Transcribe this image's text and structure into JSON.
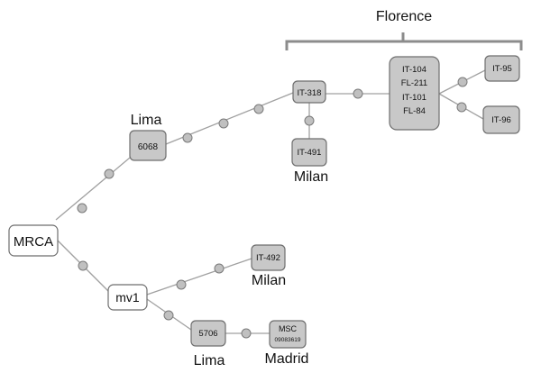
{
  "nodes": {
    "mrca": "MRCA",
    "mv1": "mv1",
    "n6068": "6068",
    "it318": "IT-318",
    "it491": "IT-491",
    "cluster": [
      "IT-104",
      "FL-211",
      "IT-101",
      "FL-84"
    ],
    "it95": "IT-95",
    "it96": "IT-96",
    "it492": "IT-492",
    "n5706": "5706",
    "msc": [
      "MSC",
      "09083619"
    ]
  },
  "locations": {
    "florence": "Florence",
    "lima_top": "Lima",
    "milan_top": "Milan",
    "milan_bottom": "Milan",
    "lima_bottom": "Lima",
    "madrid": "Madrid"
  },
  "colors": {
    "node_fill": "#c8c8c8",
    "root_fill": "#ffffff",
    "node_stroke": "#6e6e6e",
    "edge": "#a0a0a0",
    "dot_fill": "#c0c0c0",
    "bracket": "#8c8c8c",
    "text": "#111111"
  }
}
